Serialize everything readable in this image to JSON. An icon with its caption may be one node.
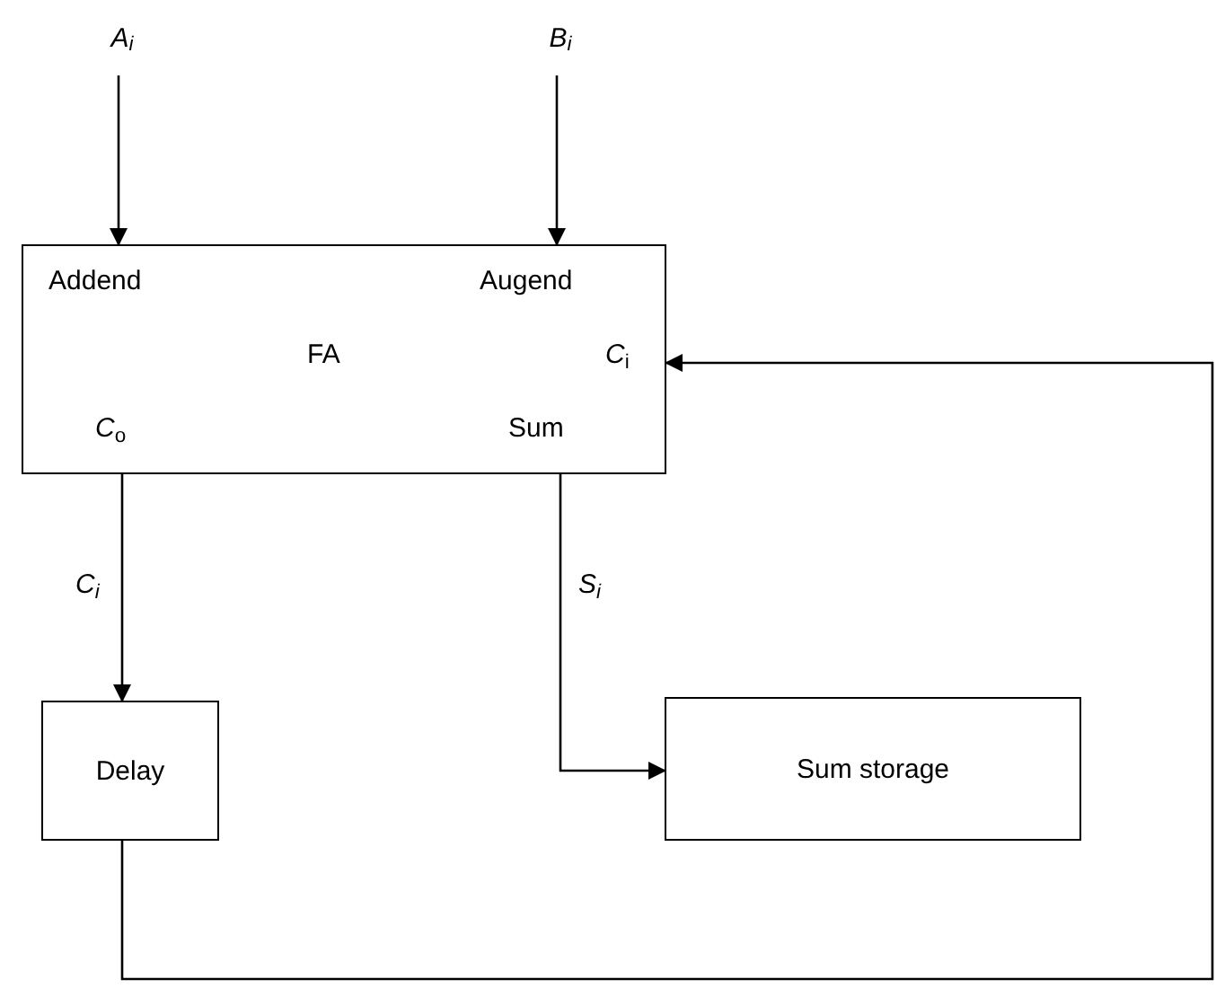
{
  "diagram": {
    "nodes": [
      {
        "text": [
          "A$_{i}$"
        ]
      },
      {
        "text": [
          "B$_{i}$"
        ]
      },
      {
        "text": [
          "Addend",
          "Augend",
          "FA",
          "*C*$_{i}$",
          "*C*$_{o}$",
          "Sum"
        ]
      },
      {
        "text": [
          "Delay"
        ]
      },
      {
        "text": [
          "Sum storage"
        ]
      }
    ],
    "edges": [
      {
        "from": 0,
        "to": 2,
        "arrow": "to"
      },
      {
        "from": 1,
        "to": 2,
        "arrow": "to"
      },
      {
        "from": 2,
        "to": 3,
        "arrow": "to",
        "label": "C$_{i}$"
      },
      {
        "from": 2,
        "to": 4,
        "arrow": "to",
        "label": "S$_{i}$"
      },
      {
        "from": 3,
        "to": 2,
        "arrow": "to"
      }
    ]
  }
}
